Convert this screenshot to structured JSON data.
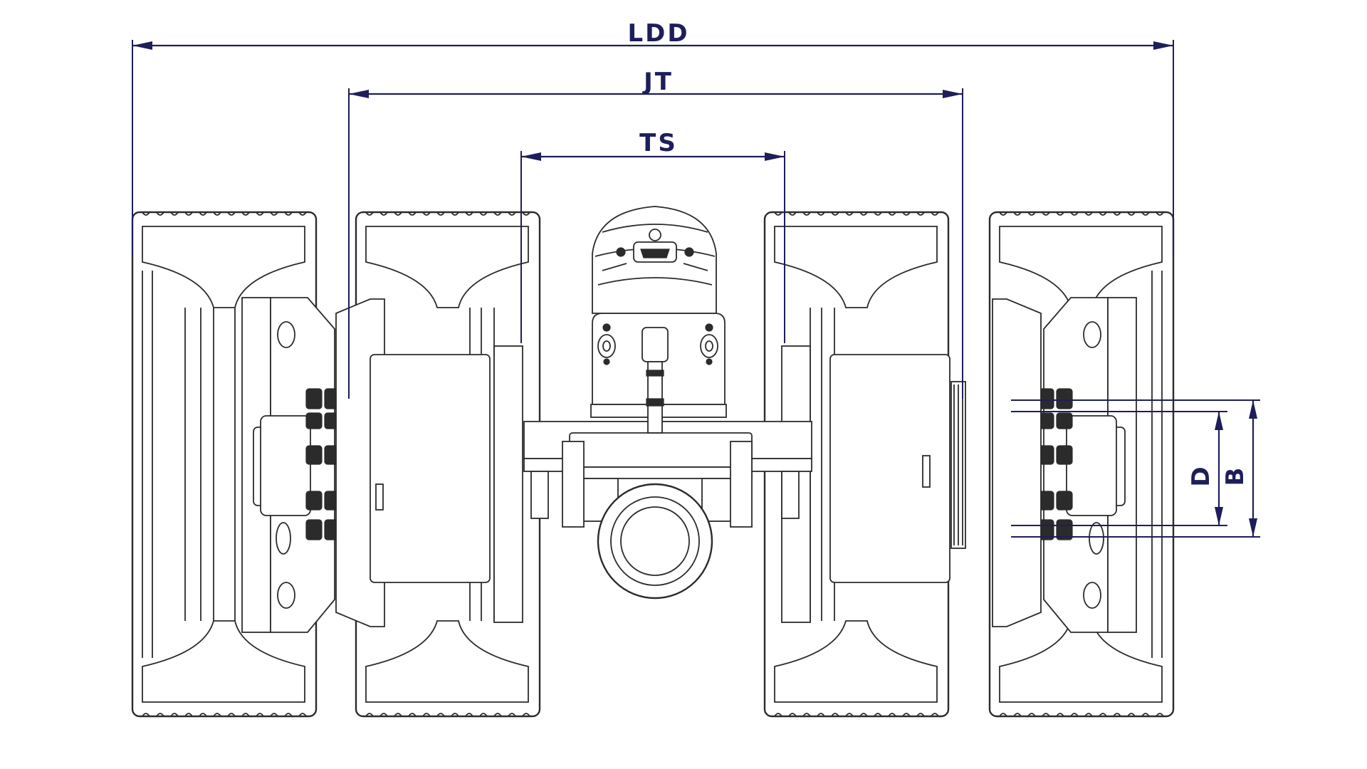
{
  "dimensions": {
    "ldd": "LDD",
    "jt": "JT",
    "ts": "TS",
    "d": "D",
    "b": "B"
  },
  "colors": {
    "dimension": "#1e1e5a",
    "linework": "#2b2b2b",
    "background": "#ffffff"
  }
}
